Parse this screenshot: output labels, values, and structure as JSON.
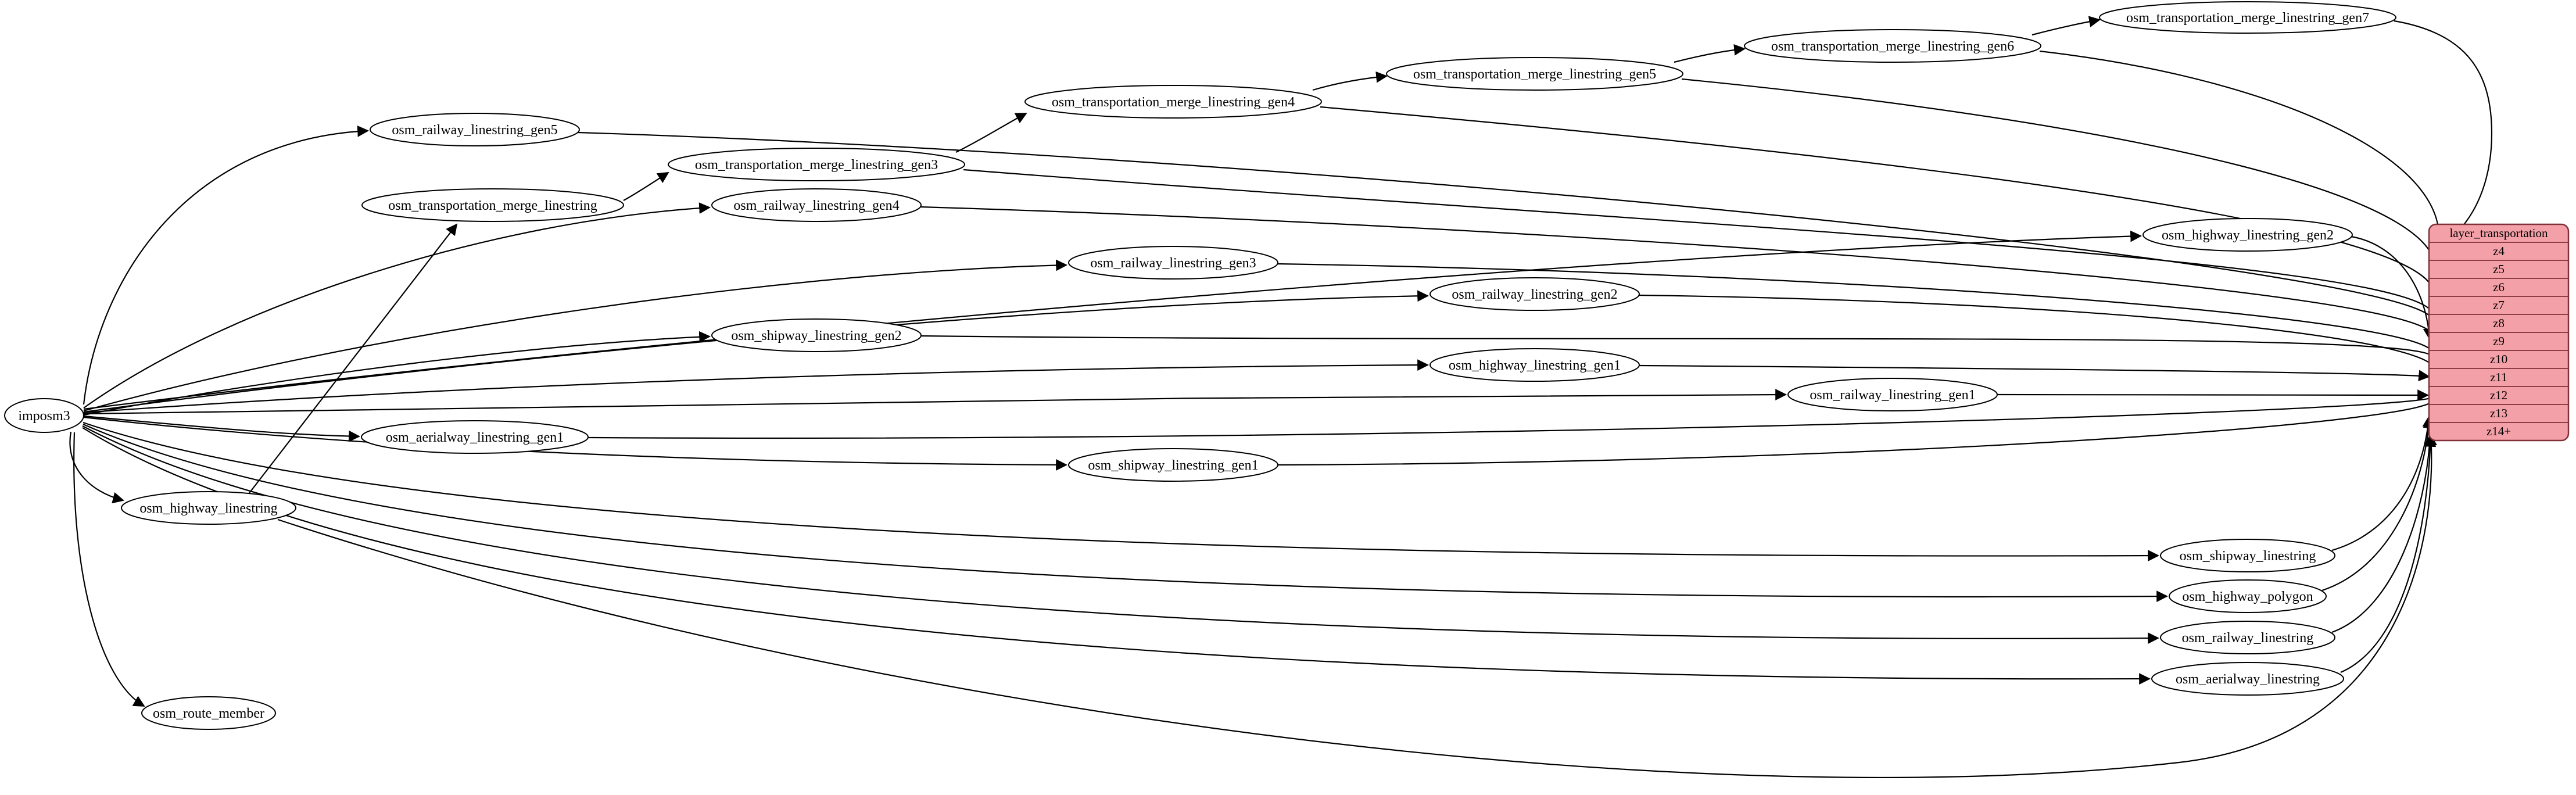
{
  "colors": {
    "edge": "#000000",
    "node_fill": "#ffffff",
    "node_stroke": "#000000",
    "record_fill": "#f4a0a8",
    "record_border": "#803039",
    "background": "#ffffff"
  },
  "nodes": {
    "imposm3": "imposm3",
    "osm_railway_linestring_gen5": "osm_railway_linestring_gen5",
    "osm_transportation_merge_linestring": "osm_transportation_merge_linestring",
    "osm_transportation_merge_linestring_gen3": "osm_transportation_merge_linestring_gen3",
    "osm_railway_linestring_gen4": "osm_railway_linestring_gen4",
    "osm_transportation_merge_linestring_gen4": "osm_transportation_merge_linestring_gen4",
    "osm_transportation_merge_linestring_gen5": "osm_transportation_merge_linestring_gen5",
    "osm_transportation_merge_linestring_gen6": "osm_transportation_merge_linestring_gen6",
    "osm_transportation_merge_linestring_gen7": "osm_transportation_merge_linestring_gen7",
    "osm_highway_linestring_gen2": "osm_highway_linestring_gen2",
    "osm_railway_linestring_gen3": "osm_railway_linestring_gen3",
    "osm_railway_linestring_gen2": "osm_railway_linestring_gen2",
    "osm_shipway_linestring_gen2": "osm_shipway_linestring_gen2",
    "osm_highway_linestring_gen1": "osm_highway_linestring_gen1",
    "osm_railway_linestring_gen1": "osm_railway_linestring_gen1",
    "osm_aerialway_linestring_gen1": "osm_aerialway_linestring_gen1",
    "osm_shipway_linestring_gen1": "osm_shipway_linestring_gen1",
    "osm_highway_linestring": "osm_highway_linestring",
    "osm_shipway_linestring": "osm_shipway_linestring",
    "osm_highway_polygon": "osm_highway_polygon",
    "osm_railway_linestring": "osm_railway_linestring",
    "osm_aerialway_linestring": "osm_aerialway_linestring",
    "osm_route_member": "osm_route_member"
  },
  "record": {
    "title": "layer_transportation",
    "rows": [
      "z4",
      "z5",
      "z6",
      "z7",
      "z8",
      "z9",
      "z10",
      "z11",
      "z12",
      "z13",
      "z14+"
    ]
  }
}
